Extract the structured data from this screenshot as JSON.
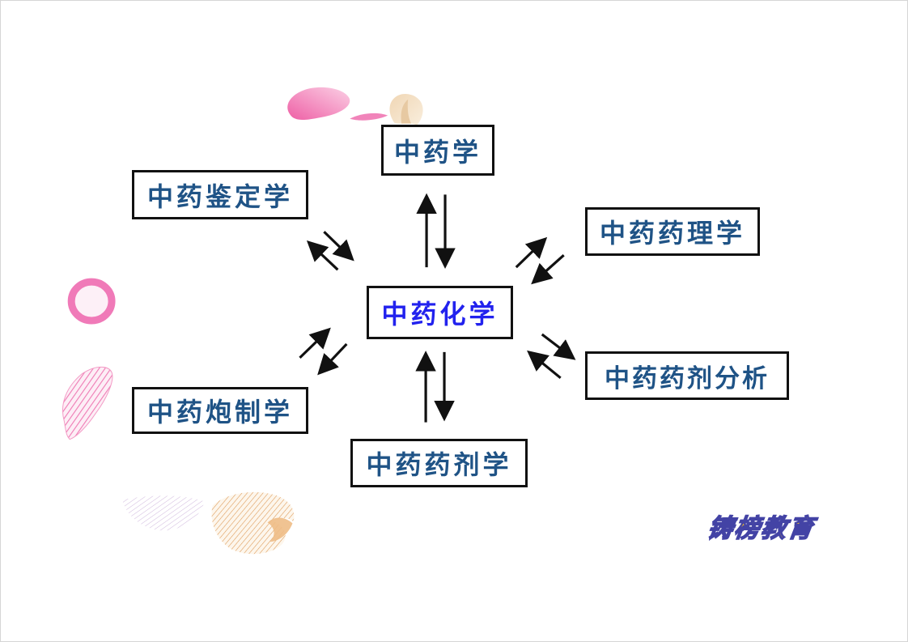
{
  "page": {
    "background_color": "#ffffff",
    "type": "presentation-slide-diagram"
  },
  "diagram": {
    "center_node": {
      "id": "zhongyao-huaxue",
      "label": "中药化学",
      "text_color": "#2222ee"
    },
    "nodes": [
      {
        "id": "zhongyaoxue",
        "label": "中药学",
        "position": "top"
      },
      {
        "id": "zhongyao-jiandingxue",
        "label": "中药鉴定学",
        "position": "top-left"
      },
      {
        "id": "zhongyao-yaolixue",
        "label": "中药药理学",
        "position": "top-right"
      },
      {
        "id": "zhongyao-yaoji-fenxi",
        "label": "中药药剂分析",
        "position": "bottom-right"
      },
      {
        "id": "zhongyao-paozhixue",
        "label": "中药炮制学",
        "position": "bottom-left"
      },
      {
        "id": "zhongyao-yaojixue",
        "label": "中药药剂学",
        "position": "bottom"
      }
    ],
    "arrows": [
      {
        "from": "zhongyao-huaxue",
        "to": "zhongyaoxue",
        "type": "double-bidirectional"
      },
      {
        "from": "zhongyao-huaxue",
        "to": "zhongyao-jiandingxue",
        "type": "double-bidirectional"
      },
      {
        "from": "zhongyao-huaxue",
        "to": "zhongyao-yaolixue",
        "type": "double-bidirectional"
      },
      {
        "from": "zhongyao-huaxue",
        "to": "zhongyao-yaoji-fenxi",
        "type": "double-bidirectional"
      },
      {
        "from": "zhongyao-huaxue",
        "to": "zhongyao-paozhixue",
        "type": "double-bidirectional"
      },
      {
        "from": "zhongyao-huaxue",
        "to": "zhongyao-yaojixue",
        "type": "double-bidirectional"
      }
    ],
    "node_text_color": "#1f5386",
    "box_border_color": "#111111",
    "arrow_color": "#111111"
  },
  "watermark": {
    "text": "铸榜教育",
    "fill_color": "#eab62c",
    "outline_color": "#4343a5"
  },
  "decorations": [
    {
      "name": "pink-petal",
      "color": "#ee5fa5",
      "position": "top-center-left"
    },
    {
      "name": "pink-sliver-petal",
      "color": "#ee6fae",
      "position": "top-center"
    },
    {
      "name": "tan-petal",
      "color": "#f0d6b4",
      "position": "top-center-right"
    },
    {
      "name": "pink-ring",
      "color": "#f07ab8",
      "position": "left-middle"
    },
    {
      "name": "pink-striped-petal",
      "color": "#ef7ab4",
      "position": "left-lower"
    },
    {
      "name": "lavender-mesh-fan",
      "color": "#b894cc",
      "position": "bottom-left"
    },
    {
      "name": "orange-mesh-swirl",
      "color": "#dd9650",
      "position": "bottom-left"
    }
  ]
}
